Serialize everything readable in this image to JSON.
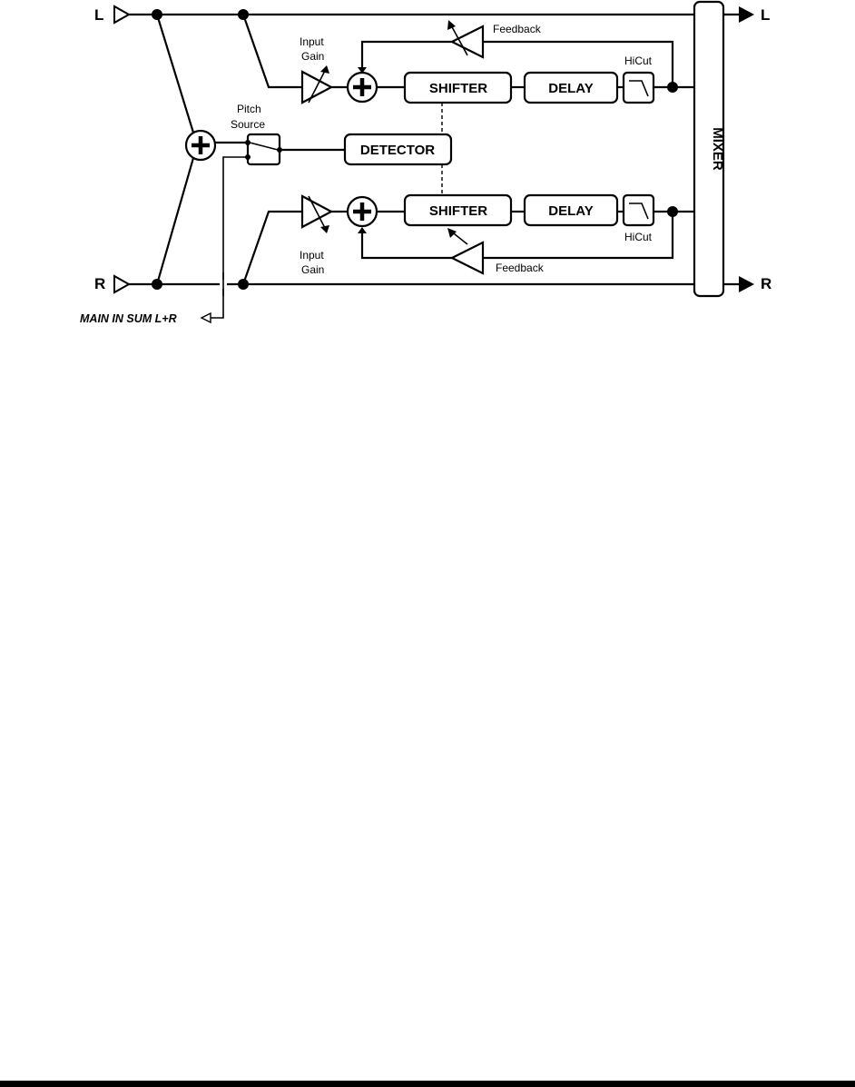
{
  "inputs": {
    "left": "L",
    "right": "R"
  },
  "outputs": {
    "left": "L",
    "right": "R"
  },
  "labels": {
    "input_gain_line1": "Input",
    "input_gain_line2": "Gain",
    "feedback": "Feedback",
    "hicut": "HiCut",
    "pitch_source_line1": "Pitch",
    "pitch_source_line2": "Source",
    "main_in_sum": "MAIN IN SUM L+R"
  },
  "blocks": {
    "shifter": "SHIFTER",
    "delay": "DELAY",
    "detector": "DETECTOR",
    "mixer": "MIXER"
  }
}
